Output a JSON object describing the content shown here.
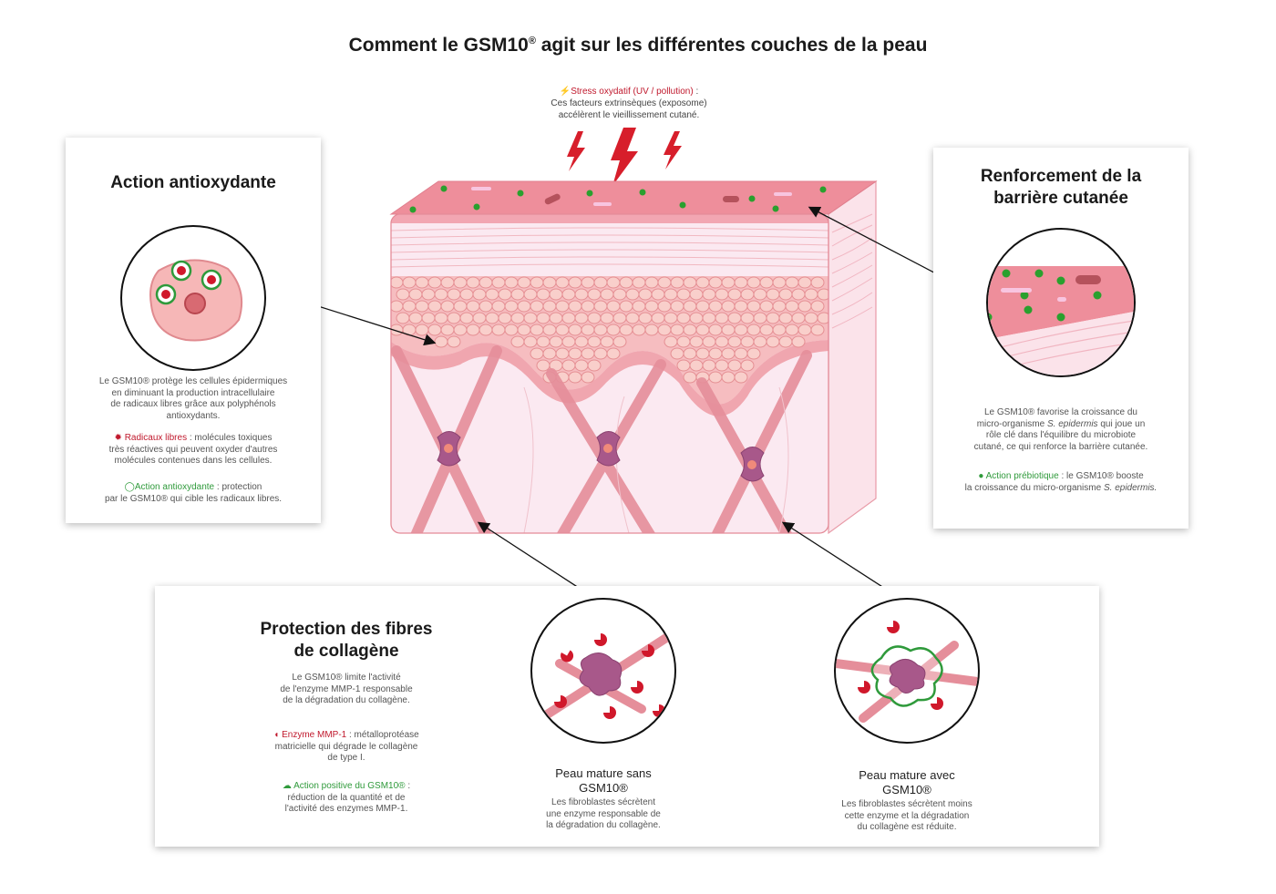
{
  "title": {
    "text": "Comment le GSM10",
    "sup": "®",
    "rest": " agit sur les différentes couches de la peau"
  },
  "stress": {
    "label": "Stress oxydatif (UV / pollution)",
    "colon": " :",
    "line1": "Ces facteurs extrinsèques (exposome)",
    "line2": "accélèrent le vieillissement cutané."
  },
  "antioxidant": {
    "title": "Action antioxydante",
    "desc": [
      "Le GSM10® protège les cellules épidermiques",
      "en diminuant la production intracellulaire",
      "de radicaux libres grâce aux polyphénols",
      "antioxydants."
    ],
    "radicals_label": "Radicaux libres",
    "radicals_desc": [
      " : molécules toxiques",
      "très réactives qui peuvent oxyder d'autres",
      "molécules contenues dans les cellules."
    ],
    "action_label": "Action antioxydante",
    "action_desc": [
      " : protection",
      "par le GSM10® qui cible les radicaux libres."
    ]
  },
  "barrier": {
    "title_line1": "Renforcement de la",
    "title_line2": "barrière cutanée",
    "desc": [
      "Le GSM10® favorise la croissance du",
      "micro-organisme",
      "S. epidermis",
      "qui joue un",
      "rôle clé dans l'équilibre du microbiote",
      "cutané, ce qui renforce la barrière cutanée."
    ],
    "prebiotic_label": "Action prébiotique",
    "prebiotic_desc": " : le GSM10® booste",
    "prebiotic_line2": "la croissance du micro-organisme",
    "prebiotic_species": "S. epidermis."
  },
  "collagen": {
    "title_line1": "Protection des fibres",
    "title_line2": "de collagène",
    "desc": [
      "Le GSM10® limite l'activité",
      "de l'enzyme MMP-1 responsable",
      "de la dégradation du collagène."
    ],
    "mmp_label": "Enzyme MMP-1",
    "mmp_desc": [
      " : métalloprotéase",
      "matricielle qui dégrade le collagène",
      "de type I."
    ],
    "positive_label": "Action positive du GSM10®",
    "positive_desc": [
      " :",
      "réduction de la quantité et de",
      "l'activité des enzymes MMP-1."
    ],
    "without": {
      "title_line1": "Peau mature sans",
      "title_line2": "GSM10®",
      "desc": [
        "Les fibroblastes sécrètent",
        "une enzyme responsable de",
        "la dégradation du collagène."
      ]
    },
    "with": {
      "title_line1": "Peau mature avec",
      "title_line2": "GSM10®",
      "desc": [
        "Les fibroblastes sécrètent moins",
        "cette enzyme et la dégradation",
        "du collagène est réduite."
      ]
    }
  },
  "colors": {
    "accent_red": "#c0192d",
    "accent_green": "#2f9a3b",
    "skin_pink": "#f3b7bd",
    "cell_pink": "#f7c6c4",
    "fibroblast": "#a8588a"
  }
}
